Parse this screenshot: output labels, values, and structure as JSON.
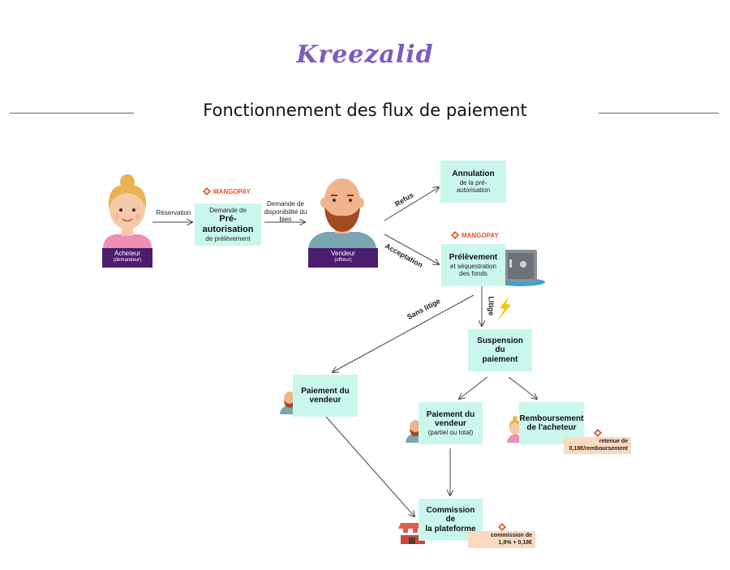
{
  "header": {
    "logo": "Kreezalid",
    "title": "Fonctionnement des flux de paiement"
  },
  "brand": {
    "mangopay": "MANGOPAY"
  },
  "actors": {
    "buyer": {
      "label": "Acheteur",
      "sub": "(demandeur)"
    },
    "seller": {
      "label": "Vendeur",
      "sub": "(offreur)"
    }
  },
  "boxes": {
    "preauth": {
      "l1": "Demande de",
      "l2": "Pré-autorisation",
      "l3": "de prélèvement"
    },
    "annulation": {
      "l1": "Annulation",
      "l2": "de la pré-autorisation"
    },
    "prelevement": {
      "l1": "Prélèvement",
      "l2": "et séquestration",
      "l3": "des fonds"
    },
    "suspension": {
      "l1": "Suspension du",
      "l2": "paiement"
    },
    "paiement_vendeur": {
      "l1": "Paiement du",
      "l2": "vendeur"
    },
    "paiement_partiel": {
      "l1": "Paiement du",
      "l2": "vendeur",
      "l3": "(partiel ou total)"
    },
    "remboursement": {
      "l1": "Remboursement",
      "l2": "de l'acheteur"
    },
    "commission": {
      "l1": "Commission de",
      "l2": "la plateforme"
    }
  },
  "edges": {
    "reservation": "Réservation",
    "dispo_l1": "Demande de",
    "dispo_l2": "disponibilité du",
    "dispo_l3": "bien",
    "refus": "Refus",
    "acceptation": "Acceptation",
    "sans_litige": "Sans litige",
    "litige": "Litige"
  },
  "fees": {
    "remboursement_l1": "retenue de",
    "remboursement_l2": "0,18€/remboursement",
    "commission_l1": "commission de",
    "commission_l2": "1,8% + 0,18€"
  },
  "colors": {
    "box": "#c9f7ec",
    "tag": "#4b1d6e",
    "fee": "#fbd9bf",
    "logo": "#7b5cc0",
    "mangopay": "#e8532a"
  }
}
